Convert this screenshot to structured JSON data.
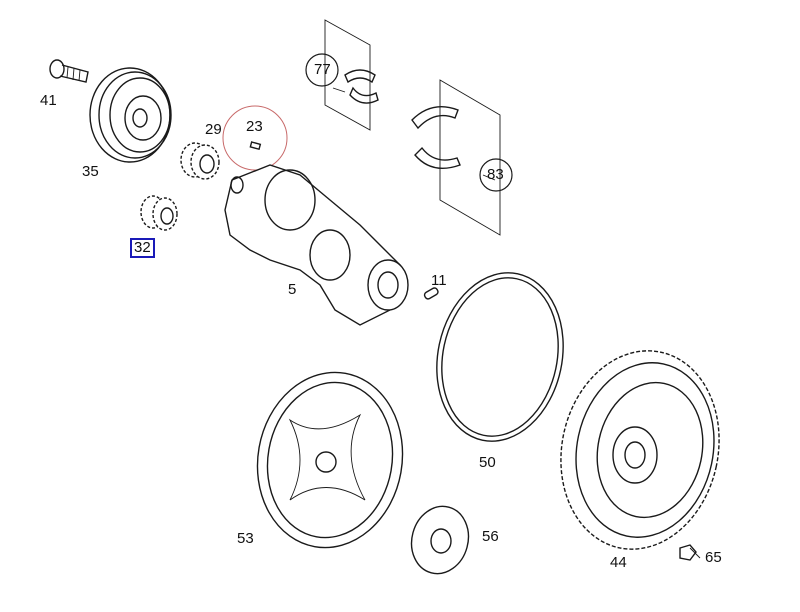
{
  "labels": {
    "p41": "41",
    "p35": "35",
    "p29": "29",
    "p23": "23",
    "p32": "32",
    "p77": "77",
    "p83": "83",
    "p5": "5",
    "p11": "11",
    "p50": "50",
    "p53": "53",
    "p56": "56",
    "p44": "44",
    "p65": "65"
  },
  "colors": {
    "highlight_circle": "#c86a6a",
    "selected_box": "#1a1ab8"
  }
}
